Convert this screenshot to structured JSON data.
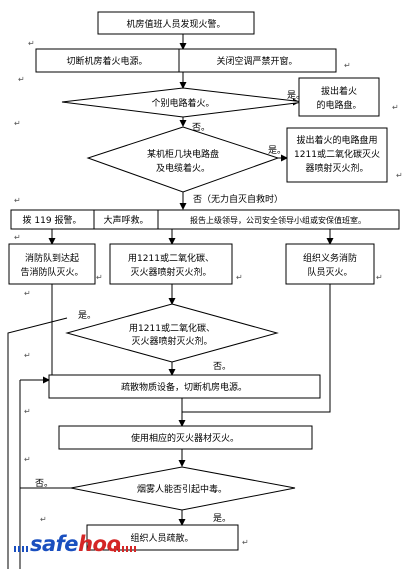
{
  "nodes": {
    "n1": "机房值班人员发现火警。",
    "n2a": "切断机房着火电源。",
    "n2b": "关闭空调严禁开窗。",
    "d1": "个别电路着火。",
    "r1a": "拔出着火",
    "r1b": "的电路盘。",
    "d2a": "某机柜几块电路盘",
    "d2b": "及电缆着火。",
    "r2a": "拔出着火的电路盘用",
    "r2b": "1211或二氧化碳灭火",
    "r2c": "器喷射灭火剂。",
    "no_note": "否（无力自灭自救时）",
    "a1": "拨 119 报警。",
    "a2": "大声呼救。",
    "a3": "报告上级领导，公司安全领导小组或安保值班室。",
    "b1a": "消防队到达起",
    "b1b": "告消防队灭火。",
    "b2a": "用1211或二氧化碳、",
    "b2b": "灭火器喷射灭火剂。",
    "b3a": "组织义务消防",
    "b3b": "队员灭火。",
    "d3a": "用1211或二氧化碳、",
    "d3b": "灭火器喷射灭火剂。",
    "e1": "疏散物质设备，切断机房电源。",
    "e2": "使用相应的灭火器材灭火。",
    "d4": "烟雾人能否引起中毒。",
    "e3": "组织人员疏散。"
  },
  "labels": {
    "yes": "是。",
    "no": "否。",
    "return_mark": "↵"
  },
  "watermark": {
    "part1": "safe",
    "part2": "hoo"
  }
}
